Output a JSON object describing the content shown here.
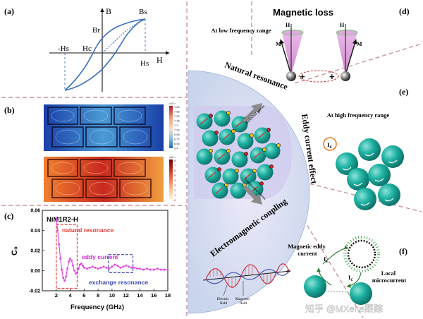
{
  "panels": {
    "a": {
      "label": "(a)",
      "axis_b": "B",
      "axis_h": "H",
      "bs": "Bs",
      "br": "Br",
      "hc": "Hc",
      "minus_hs": "-Hs",
      "hs": "Hs"
    },
    "b": {
      "label": "(b)",
      "scale_top_title": "×10⁻³",
      "scale_top_ticks": [
        "7.84",
        "7.68",
        "7.52",
        "7.36",
        "7.2",
        "7.04",
        "6.88",
        "6.72",
        "6.56",
        "6.4"
      ],
      "scale_bottom_title": "×10⁻²",
      "scale_bottom_ticks": [
        "8",
        "7",
        "6",
        "5",
        "4",
        "3",
        "2",
        "1",
        "0"
      ]
    },
    "c": {
      "label": "(c)",
      "sample": "NiM1R2-H",
      "ylabel": "C₀",
      "xlabel": "Frequency (GHz)",
      "ann_natural": "natural resonance",
      "ann_eddy": "eddy current",
      "ann_exchange": "exchange resonance"
    },
    "d": {
      "label": "(d)",
      "title": "Magnetic loss",
      "subtitle": "At low frequency range",
      "h_label": "H",
      "m_label": "M"
    },
    "e": {
      "label": "(e)",
      "subtitle": "At high frequency range",
      "ie": "I",
      "ie_sub": "E"
    },
    "f": {
      "label": "(f)",
      "mag_eddy": "Magnetic eddy\ncurrent",
      "ie": "I",
      "ie_sub": "E",
      "ic": "I",
      "ic_sub": "C",
      "local": "Local\nmicrocurrent",
      "electric_field": "Electric\nfield",
      "magnetic_field": "Magnetic\nfield"
    },
    "center": {
      "natural_resonance": "Natural resonance",
      "eddy_current_effect": "Eddy current effect",
      "em_coupling": "Electromagnetic coupling",
      "reflected_waves": "Reflected waves",
      "transmitted_waves": "Transmitted waves"
    }
  },
  "chart_data": {
    "type": "line",
    "title": "",
    "xlabel": "Frequency (GHz)",
    "ylabel": "C₀",
    "xlim": [
      0,
      18
    ],
    "ylim": [
      -0.02,
      0.06
    ],
    "xticks": [
      0,
      2,
      4,
      6,
      8,
      10,
      12,
      14,
      16,
      18
    ],
    "yticks": [
      -0.02,
      0.0,
      0.02,
      0.04,
      0.06
    ],
    "xtick_labels": [
      "",
      "2",
      "4",
      "6",
      "8",
      "10",
      "12",
      "14",
      "16",
      "18"
    ],
    "ytick_labels": [
      "-0.02",
      "0.00",
      "0.02",
      "0.04",
      "0.06"
    ],
    "series": [
      {
        "color": "#e040e0",
        "x": [
          2.0,
          2.2,
          2.4,
          2.6,
          2.8,
          3.0,
          3.2,
          3.4,
          3.6,
          3.8,
          4.0,
          4.2,
          4.4,
          4.6,
          4.8,
          5.0,
          5.2,
          5.4,
          5.6,
          5.8,
          6.0,
          6.4,
          6.8,
          7.2,
          7.6,
          8.0,
          8.4,
          8.8,
          9.2,
          9.6,
          10.0,
          10.4,
          10.8,
          11.2,
          11.6,
          12.0,
          12.4,
          12.8,
          13.2,
          13.6,
          14.0,
          14.5,
          15.0,
          15.5,
          16.0,
          16.5,
          17.0,
          17.5,
          18.0
        ],
        "values": [
          0.052,
          0.04,
          0.026,
          0.012,
          0.001,
          -0.007,
          -0.01,
          -0.006,
          0.002,
          0.009,
          0.012,
          0.01,
          0.005,
          0.0,
          -0.003,
          -0.002,
          0.002,
          0.006,
          0.007,
          0.005,
          0.003,
          0.002,
          0.003,
          0.004,
          0.003,
          0.002,
          0.003,
          0.004,
          0.003,
          0.002,
          0.004,
          0.006,
          0.005,
          0.003,
          0.004,
          0.005,
          0.004,
          0.003,
          0.003,
          0.002,
          0.002,
          0.001,
          0.002,
          0.001,
          0.001,
          0.002,
          0.001,
          0.001,
          0.001
        ]
      }
    ],
    "regions": [
      {
        "label": "natural resonance",
        "x": [
          2.0,
          5.0
        ],
        "color": "#e53935"
      },
      {
        "label": "exchange resonance",
        "x": [
          9.5,
          13.0
        ],
        "color": "#3949ab"
      }
    ]
  },
  "watermark": "知乎 @MXene跟踪",
  "colors": {
    "divider": "#c8929c",
    "teal": "#1aa89a",
    "teal_dark": "#0b6e66",
    "center_bg": "#d6dff0",
    "center_inner": "#c9c4ea"
  }
}
